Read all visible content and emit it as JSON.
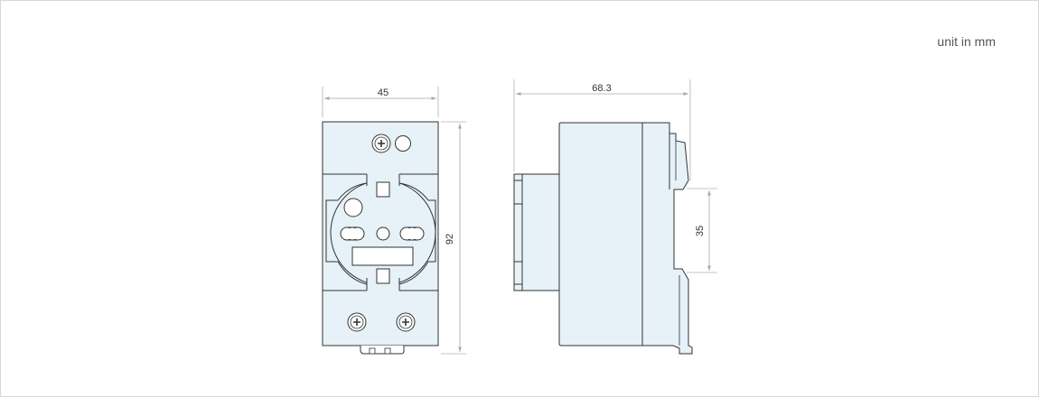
{
  "unit_note": "unit in mm",
  "front_view": {
    "width_label": "45",
    "height_label": "92"
  },
  "side_view": {
    "depth_label": "68.3",
    "rail_label": "35"
  },
  "colors": {
    "body_fill": "#e6f1f8",
    "outline": "#333333",
    "dimension": "#999999"
  }
}
